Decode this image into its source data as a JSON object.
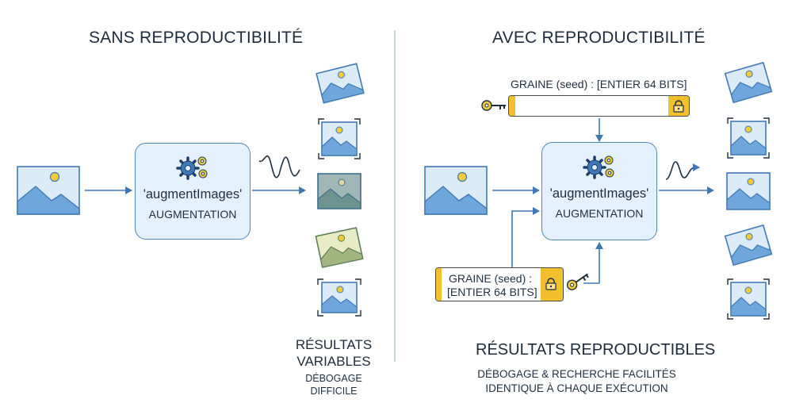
{
  "left": {
    "title": "SANS REPRODUCTIBILITÉ",
    "function_label": "'augmentImages'",
    "function_sub": "AUGMENTATION",
    "result_title_line1": "RÉSULTATS",
    "result_title_line2": "VARIABLES",
    "result_note_line1": "DÉBOGAGE",
    "result_note_line2": "DIFFICILE"
  },
  "right": {
    "title": "AVEC REPRODUCTIBILITÉ",
    "seed_top_label": "GRAINE (seed) : [ENTIER 64 BITS]",
    "seed_bottom_line1": "GRAINE (seed) :",
    "seed_bottom_line2": "[ENTIER 64 BITS]",
    "function_label": "'augmentImages'",
    "function_sub": "AUGMENTATION",
    "result_title": "RÉSULTATS REPRODUCTIBLES",
    "result_note_line1": "DÉBOGAGE & RECHERCHE FACILITÉS",
    "result_note_line2": "IDENTIQUE À CHAQUE EXÉCUTION"
  },
  "icons": [
    "image-icon",
    "gear-icon",
    "key-icon",
    "lock-icon",
    "wave-icon"
  ],
  "colors": {
    "stroke": "#3f79b5",
    "box_fill": "#e4f0fb",
    "image_sky": "#dcebf8",
    "image_mountain": "#6fa7dc",
    "sun": "#f3cc3c",
    "seed_accent": "#f2c02c",
    "divider": "#c9d6e3"
  }
}
